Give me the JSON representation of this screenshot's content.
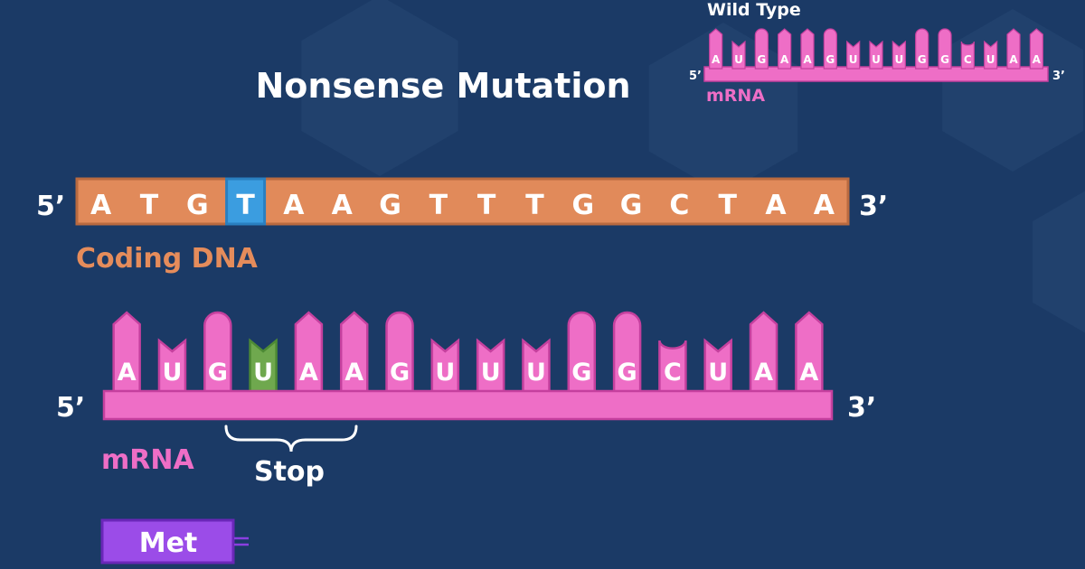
{
  "title": "Nonsense Mutation",
  "colors": {
    "background": "#1b3a66",
    "hex_pattern": "#22436f",
    "dna_fill": "#e18a5a",
    "dna_stroke": "#b96a40",
    "dna_label": "#e58c5b",
    "mutation_dna": "#3b9de0",
    "mrna_fill": "#ee6ec6",
    "mrna_stroke": "#c5409e",
    "mutation_mrna": "#6fa84e",
    "mrna_label": "#ee6ec6",
    "met_fill": "#9b4ce8",
    "met_stroke": "#6a27b8",
    "text": "#ffffff"
  },
  "wild_type": {
    "title": "Wild Type",
    "five_prime": "5’",
    "three_prime": "3’",
    "label": "mRNA",
    "bases": [
      "A",
      "U",
      "G",
      "A",
      "A",
      "G",
      "U",
      "U",
      "U",
      "G",
      "G",
      "C",
      "U",
      "A",
      "A"
    ]
  },
  "coding_dna": {
    "label": "Coding DNA",
    "five_prime": "5’",
    "three_prime": "3’",
    "bases": [
      "A",
      "T",
      "G",
      "T",
      "A",
      "A",
      "G",
      "T",
      "T",
      "T",
      "G",
      "G",
      "C",
      "T",
      "A",
      "A"
    ],
    "mutated_index": 3
  },
  "mutant_mrna": {
    "label": "mRNA",
    "five_prime": "5’",
    "three_prime": "3’",
    "bases": [
      "A",
      "U",
      "G",
      "U",
      "A",
      "A",
      "G",
      "U",
      "U",
      "U",
      "G",
      "G",
      "C",
      "U",
      "A",
      "A"
    ],
    "mutated_index": 3,
    "stop_label": "Stop"
  },
  "amino_acid": {
    "label": "Met"
  }
}
